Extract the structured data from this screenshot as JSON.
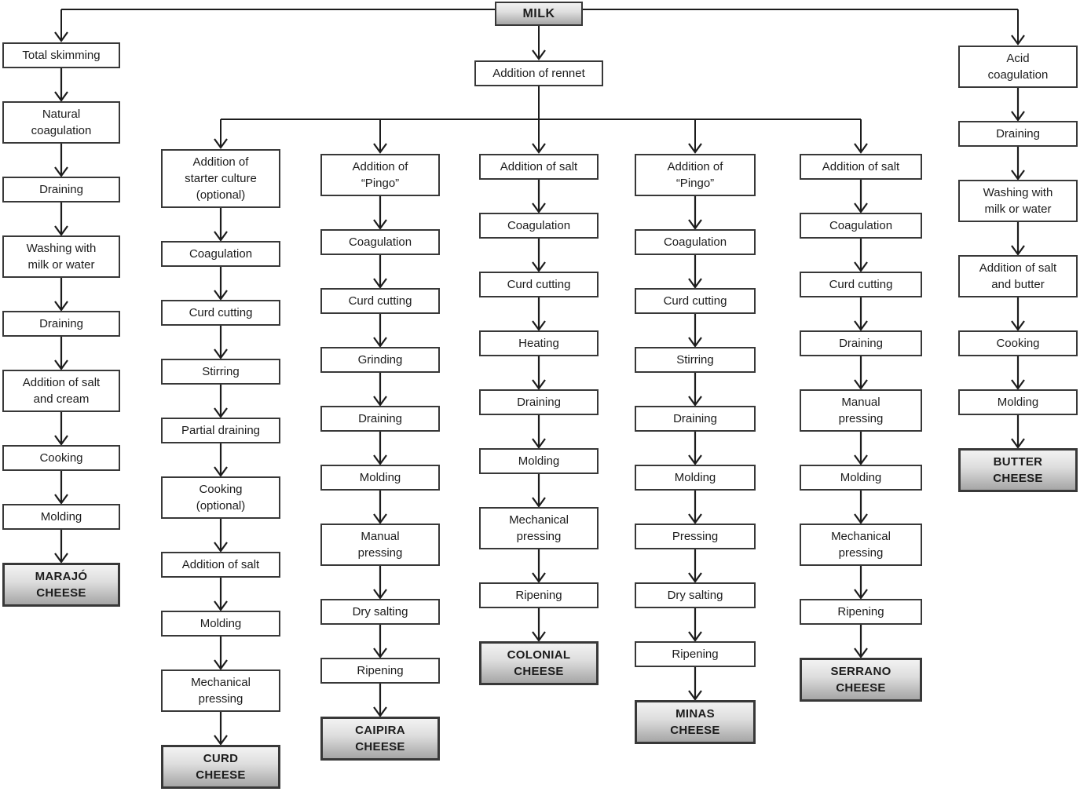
{
  "header": {
    "milk_label": "MILK",
    "rennet_label": "Addition of rennet"
  },
  "columns": [
    {
      "id": "marajo-cheese",
      "steps": [
        {
          "label": "Total skimming",
          "type": "process"
        },
        {
          "label": "Natural\ncoagulation",
          "type": "process"
        },
        {
          "label": "Draining",
          "type": "process"
        },
        {
          "label": "Washing with\nmilk or water",
          "type": "process"
        },
        {
          "label": "Draining",
          "type": "process"
        },
        {
          "label": "Addition of salt\nand cream",
          "type": "process"
        },
        {
          "label": "Cooking",
          "type": "process"
        },
        {
          "label": "Molding",
          "type": "process"
        },
        {
          "label": "MARAJÓ\nCHEESE",
          "type": "product"
        }
      ]
    },
    {
      "id": "curd-cheese",
      "steps": [
        {
          "label": "Addition of\nstarter culture\n(optional)",
          "type": "process"
        },
        {
          "label": "Coagulation",
          "type": "process"
        },
        {
          "label": "Curd cutting",
          "type": "process"
        },
        {
          "label": "Stirring",
          "type": "process"
        },
        {
          "label": "Partial draining",
          "type": "process"
        },
        {
          "label": "Cooking\n(optional)",
          "type": "process"
        },
        {
          "label": "Addition of salt",
          "type": "process"
        },
        {
          "label": "Molding",
          "type": "process"
        },
        {
          "label": "Mechanical\npressing",
          "type": "process"
        },
        {
          "label": "CURD\nCHEESE",
          "type": "product"
        }
      ]
    },
    {
      "id": "caipira-cheese",
      "steps": [
        {
          "label": "Addition of\n“Pingo”",
          "type": "process"
        },
        {
          "label": "Coagulation",
          "type": "process"
        },
        {
          "label": "Curd cutting",
          "type": "process"
        },
        {
          "label": "Grinding",
          "type": "process"
        },
        {
          "label": "Draining",
          "type": "process"
        },
        {
          "label": "Molding",
          "type": "process"
        },
        {
          "label": "Manual\npressing",
          "type": "process"
        },
        {
          "label": "Dry salting",
          "type": "process"
        },
        {
          "label": "Ripening",
          "type": "process"
        },
        {
          "label": "CAIPIRA\nCHEESE",
          "type": "product"
        }
      ]
    },
    {
      "id": "colonial-cheese",
      "steps": [
        {
          "label": "Addition of salt",
          "type": "process"
        },
        {
          "label": "Coagulation",
          "type": "process"
        },
        {
          "label": "Curd cutting",
          "type": "process"
        },
        {
          "label": "Heating",
          "type": "process"
        },
        {
          "label": "Draining",
          "type": "process"
        },
        {
          "label": "Molding",
          "type": "process"
        },
        {
          "label": "Mechanical\npressing",
          "type": "process"
        },
        {
          "label": "Ripening",
          "type": "process"
        },
        {
          "label": "COLONIAL\nCHEESE",
          "type": "product"
        }
      ]
    },
    {
      "id": "minas-cheese",
      "steps": [
        {
          "label": "Addition of\n“Pingo”",
          "type": "process"
        },
        {
          "label": "Coagulation",
          "type": "process"
        },
        {
          "label": "Curd cutting",
          "type": "process"
        },
        {
          "label": "Stirring",
          "type": "process"
        },
        {
          "label": "Draining",
          "type": "process"
        },
        {
          "label": "Molding",
          "type": "process"
        },
        {
          "label": "Pressing",
          "type": "process"
        },
        {
          "label": "Dry salting",
          "type": "process"
        },
        {
          "label": "Ripening",
          "type": "process"
        },
        {
          "label": "MINAS\nCHEESE",
          "type": "product"
        }
      ]
    },
    {
      "id": "serrano-cheese",
      "steps": [
        {
          "label": "Addition of salt",
          "type": "process"
        },
        {
          "label": "Coagulation",
          "type": "process"
        },
        {
          "label": "Curd cutting",
          "type": "process"
        },
        {
          "label": "Draining",
          "type": "process"
        },
        {
          "label": "Manual\npressing",
          "type": "process"
        },
        {
          "label": "Molding",
          "type": "process"
        },
        {
          "label": "Mechanical\npressing",
          "type": "process"
        },
        {
          "label": "Ripening",
          "type": "process"
        },
        {
          "label": "SERRANO\nCHEESE",
          "type": "product"
        }
      ]
    },
    {
      "id": "butter-cheese",
      "steps": [
        {
          "label": "Acid\ncoagulation",
          "type": "process"
        },
        {
          "label": "Draining",
          "type": "process"
        },
        {
          "label": "Washing with\nmilk or water",
          "type": "process"
        },
        {
          "label": "Addition of salt\nand butter",
          "type": "process"
        },
        {
          "label": "Cooking",
          "type": "process"
        },
        {
          "label": "Molding",
          "type": "process"
        },
        {
          "label": "BUTTER\nCHEESE",
          "type": "product"
        }
      ]
    }
  ],
  "colors": {
    "box_fill": "#ffffff",
    "box_border": "#383838",
    "line": "#1c1c1c",
    "text": "#1c1c1c",
    "product_gradient_top": "#f2f2f2",
    "product_gradient_bottom": "#a6a6a6"
  }
}
